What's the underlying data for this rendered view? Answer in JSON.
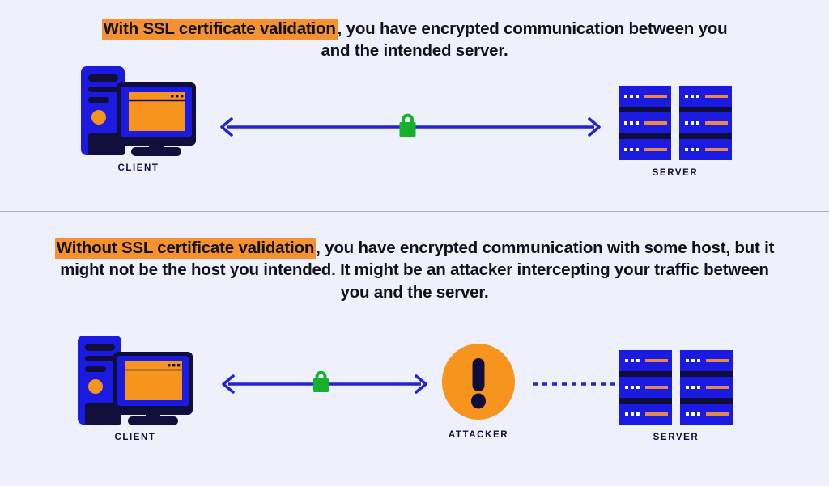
{
  "colors": {
    "background": "#eef0fc",
    "highlight_orange": "#f5922f",
    "accent_orange": "#f7941e",
    "brand_blue": "#1a1ae0",
    "dark_navy": "#100f3c",
    "lock_green": "#16b02a",
    "arrow_blue": "#2424cc",
    "divider": "#a9a9c4",
    "text": "#111118"
  },
  "panels": [
    {
      "id": "with-ssl",
      "caption": {
        "highlight": "With SSL certificate validation",
        "rest": ", you have encrypted communication between you and the intended server."
      },
      "nodes": [
        {
          "name": "client",
          "label": "CLIENT",
          "icon": "desktop-computer-icon"
        },
        {
          "name": "server",
          "label": "SERVER",
          "icon": "server-rack-icon"
        }
      ],
      "connector": {
        "type": "double-arrow",
        "style": "solid",
        "badge": "padlock-closed-icon",
        "badge_state": "secure"
      }
    },
    {
      "id": "without-ssl",
      "caption": {
        "highlight": "Without SSL certificate validation",
        "rest": ", you have encrypted communication with some host, but it might not be the host you intended. It might be an attacker intercepting your traffic between you and the server."
      },
      "nodes": [
        {
          "name": "client",
          "label": "CLIENT",
          "icon": "desktop-computer-icon"
        },
        {
          "name": "attacker",
          "label": "ATTACKER",
          "icon": "exclamation-circle-icon"
        },
        {
          "name": "server",
          "label": "SERVER",
          "icon": "server-rack-icon"
        }
      ],
      "connectors": [
        {
          "type": "double-arrow",
          "style": "solid",
          "badge": "padlock-closed-icon",
          "badge_state": "secure",
          "from": "client",
          "to": "attacker"
        },
        {
          "type": "line",
          "style": "dashed",
          "badge": null,
          "badge_state": "unverified",
          "from": "attacker",
          "to": "server"
        }
      ]
    }
  ],
  "server_icon": {
    "columns": 2,
    "rows": 3,
    "dots_per_unit": 3
  }
}
